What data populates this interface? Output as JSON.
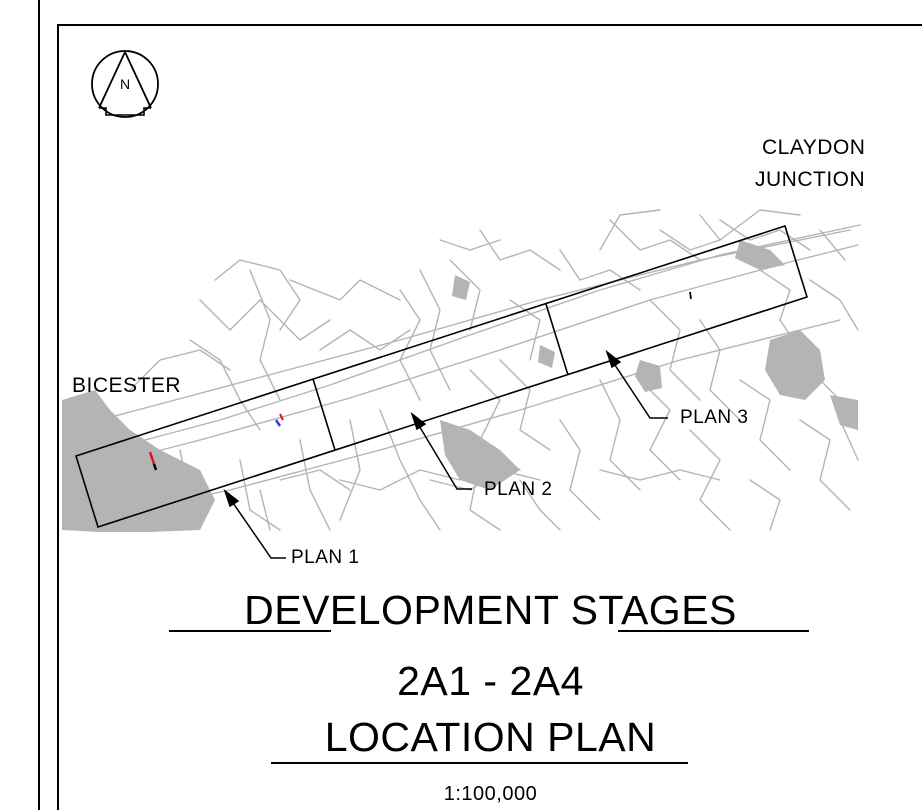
{
  "map": {
    "places": {
      "bicester": "BICESTER",
      "claydon_line1": "CLAYDON",
      "claydon_line2": "JUNCTION"
    },
    "north_arrow_letter": "N",
    "plans": [
      {
        "label": "PLAN 1"
      },
      {
        "label": "PLAN 2"
      },
      {
        "label": "PLAN 3"
      }
    ],
    "scale": "1:100,000",
    "colors": {
      "roads": "#b4b4b4",
      "urban": "#b4b4b4",
      "outline": "#000000",
      "marker_red": "#d21b1b",
      "marker_blue": "#3c3cd8"
    }
  },
  "title": {
    "line1": "DEVELOPMENT STAGES",
    "line2": "2A1 - 2A4",
    "line3": "LOCATION PLAN"
  }
}
